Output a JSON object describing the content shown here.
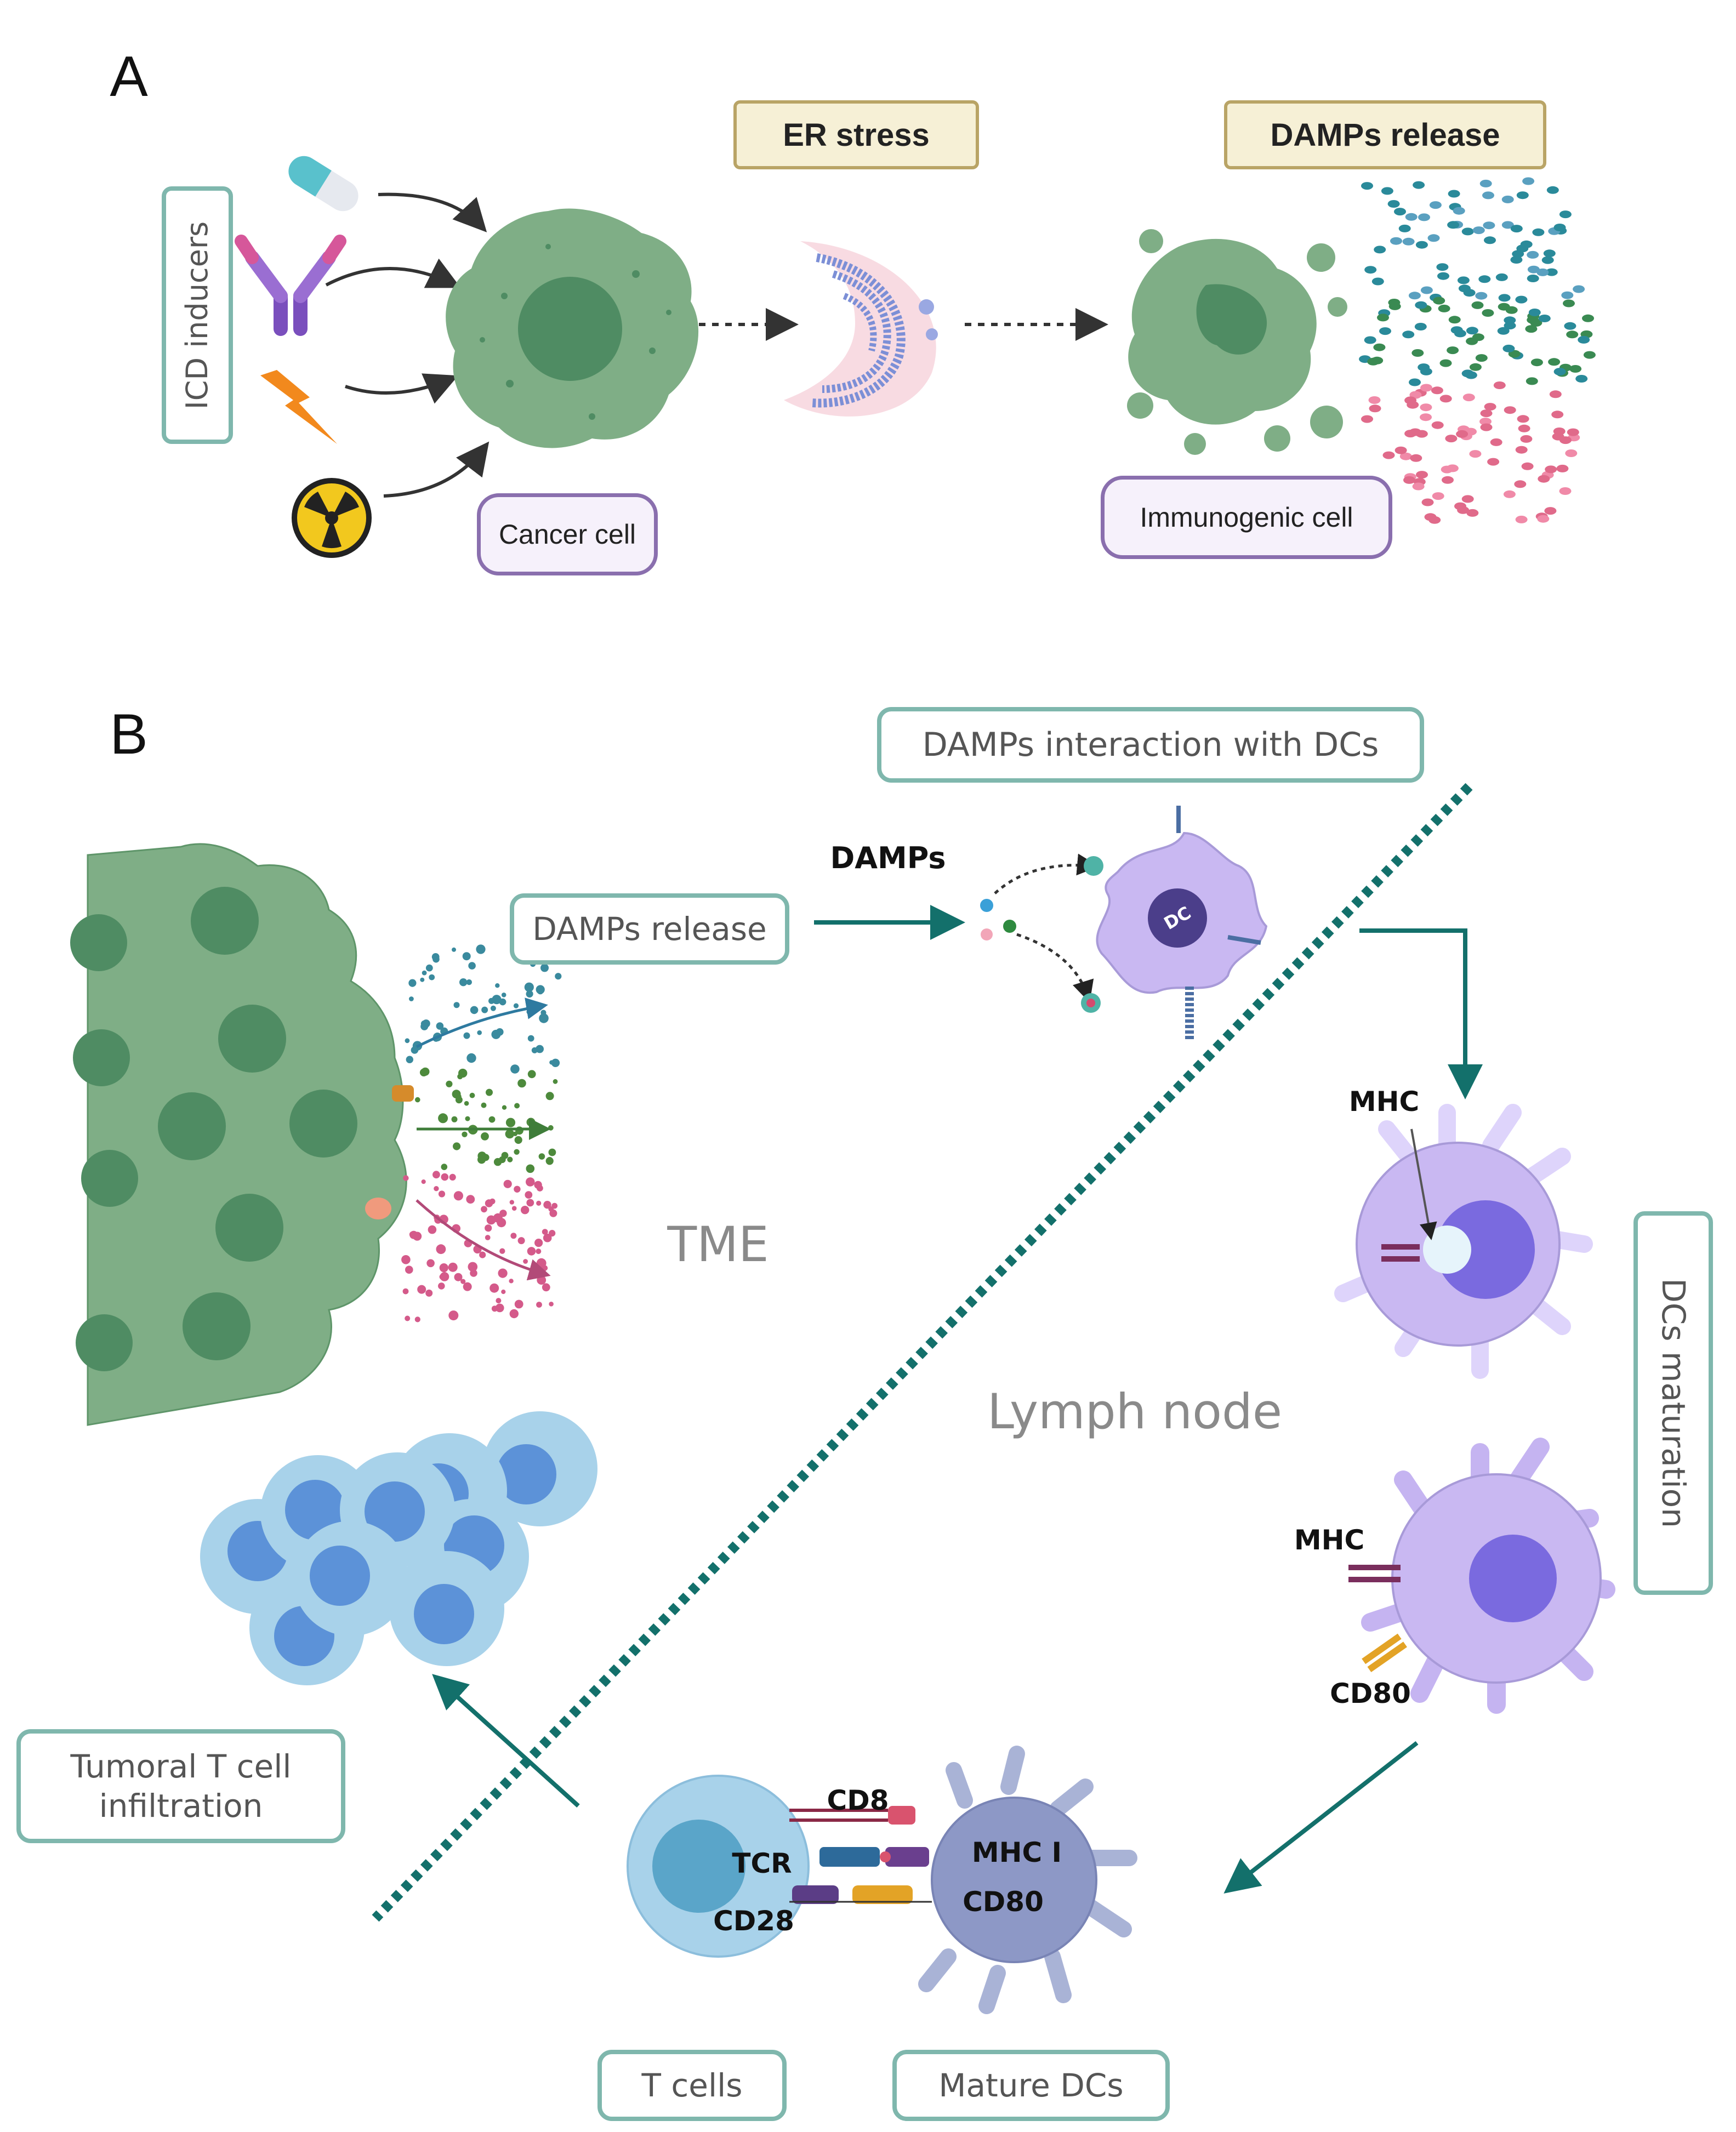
{
  "panels": {
    "a": "A",
    "b": "B"
  },
  "panel_a": {
    "icd_inducers": "ICD inducers",
    "er_stress": "ER stress",
    "damps_release": "DAMPs release",
    "cancer_cell": "Cancer cell",
    "immunogenic_cell": "Immunogenic cell",
    "inducer_icons": [
      "capsule-icon",
      "antibody-icon",
      "lightning-icon",
      "radiation-icon"
    ]
  },
  "panel_b": {
    "damps_interaction": "DAMPs interaction with DCs",
    "damps": "DAMPs",
    "damps_release": "DAMPs release",
    "dc": "DC",
    "tme": "TME",
    "lymph_node": "Lymph node",
    "dcs_maturation": "DCs maturation",
    "mhc_1": "MHC",
    "mhc_2": "MHC",
    "cd80_dc": "CD80",
    "cd8": "CD8",
    "tcr": "TCR",
    "cd28": "CD28",
    "mhc_i": "MHC I",
    "cd80_synapse": "CD80",
    "tumoral_t_cell": "Tumoral T cell infiltration",
    "t_cells": "T cells",
    "mature_dcs": "Mature DCs"
  },
  "colors": {
    "teal_arrow": "#13706b",
    "cancer_green": "#7fae86",
    "nucleus_green": "#4f8c63",
    "dc_purple": "#c9b8f2",
    "t_cell_blue": "#a8d2ea",
    "box_teal": "#7fb7ad",
    "box_purple": "#8a6fae",
    "box_tan": "#b9a466"
  }
}
